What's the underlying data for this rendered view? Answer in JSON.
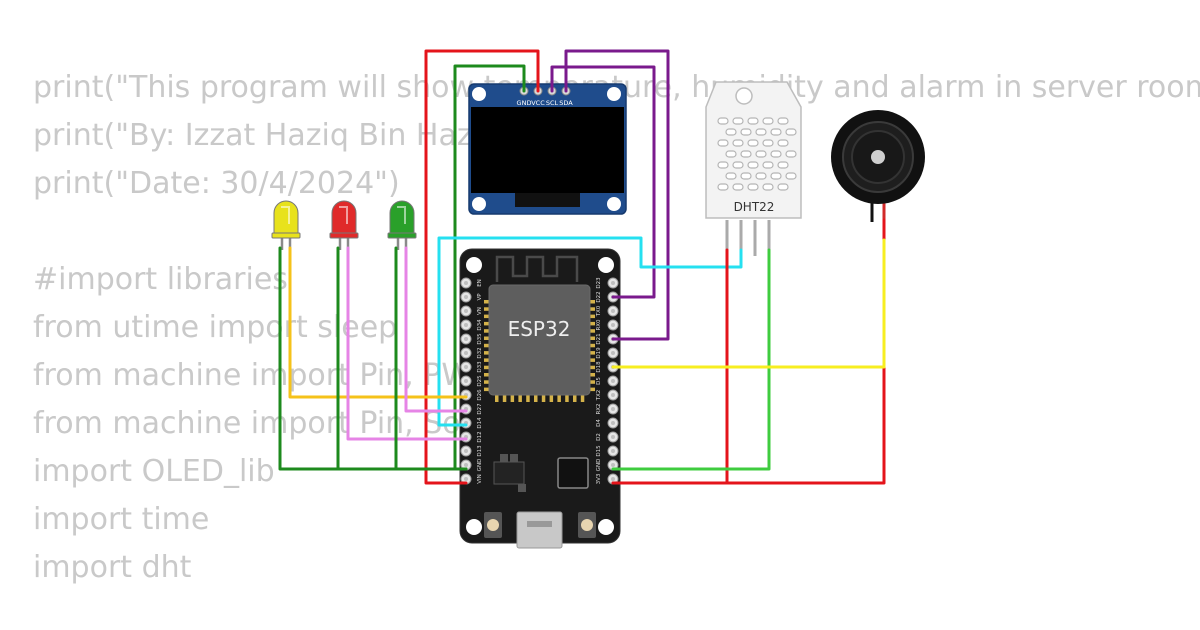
{
  "code_lines": [
    "print(\"This program will show temperature, humidity and alarm in server room\")",
    "print(\"By: Izzat Haziq Bin Hazri\")",
    "print(\"Date: 30/4/2024\")",
    "",
    "#import libraries",
    "from utime import sleep",
    "from machine import Pin, PWM",
    "from machine import Pin, SoftI2C",
    "import OLED_lib",
    "import time",
    "import dht"
  ],
  "oled": {
    "pins": [
      "GND",
      "VCC",
      "SCL",
      "SDA"
    ]
  },
  "dht": {
    "label": "DHT22"
  },
  "esp32": {
    "label": "ESP32",
    "left_pins": [
      "EN",
      "VP",
      "VN",
      "D34",
      "D35",
      "D32",
      "D33",
      "D25",
      "D26",
      "D27",
      "D14",
      "D12",
      "D13",
      "GND",
      "VIN"
    ],
    "right_pins": [
      "D23",
      "D22",
      "TX0",
      "RX0",
      "D21",
      "D19",
      "D18",
      "D5",
      "TX2",
      "RX2",
      "D4",
      "D2",
      "D15",
      "GND",
      "3V3"
    ]
  },
  "leds": [
    {
      "color": "yellow",
      "fill": "#e8e21c"
    },
    {
      "color": "red",
      "fill": "#e02a2a"
    },
    {
      "color": "green",
      "fill": "#2aa02a"
    }
  ],
  "wire_colors": {
    "red": "#e4141b",
    "green": "#1d8a1d",
    "purple": "#7a1a8c",
    "cyan": "#25e0f0",
    "yellow": "#f7ee20",
    "orange": "#f5c21a",
    "pink": "#e684e6",
    "lime": "#3fcc3f"
  }
}
